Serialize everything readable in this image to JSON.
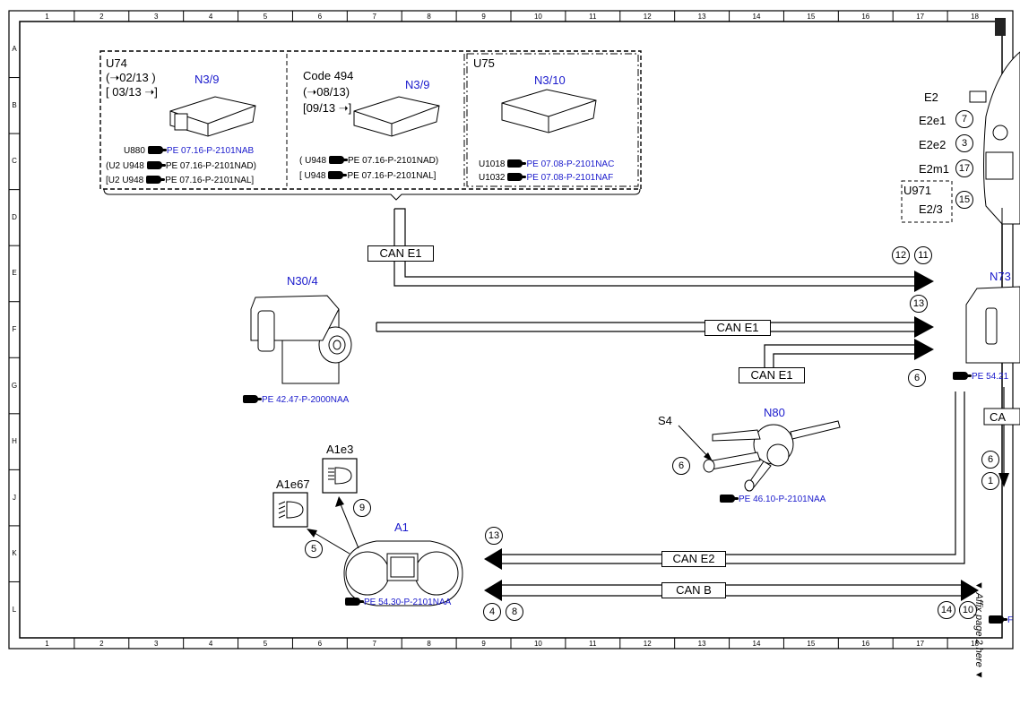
{
  "frame": {
    "columns": [
      "1",
      "2",
      "3",
      "4",
      "5",
      "6",
      "7",
      "8",
      "9",
      "10",
      "11",
      "12",
      "13",
      "14",
      "15",
      "16",
      "17",
      "18"
    ],
    "rows": [
      "A",
      "B",
      "C",
      "D",
      "E",
      "F",
      "G",
      "H",
      "J",
      "K",
      "L"
    ]
  },
  "ecu_box": {
    "u74": {
      "label": "U74",
      "date1": "(➝02/13 )",
      "date2": "[ 03/13 ➝]",
      "component": "N3/9",
      "refs": [
        {
          "prefix": "U880",
          "code": "PE 07.16-P-2101NAB",
          "suffix": ""
        },
        {
          "prefix": "(U2  U948",
          "code": "",
          "suffix": "PE 07.16-P-2101NAD)"
        },
        {
          "prefix": "[U2  U948",
          "code": "",
          "suffix": "PE 07.16-P-2101NAL]"
        }
      ]
    },
    "code494": {
      "label": "Code 494",
      "date1": "(➝08/13)",
      "date2": "[09/13 ➝]",
      "component": "N3/9",
      "refs": [
        {
          "prefix": "( U948",
          "code": "",
          "suffix": "PE 07.16-P-2101NAD)"
        },
        {
          "prefix": "[ U948",
          "code": "",
          "suffix": "PE 07.16-P-2101NAL]"
        }
      ]
    },
    "u75": {
      "label": "U75",
      "component": "N3/10",
      "refs": [
        {
          "prefix": "U1018",
          "code": "PE 07.08-P-2101NAC",
          "suffix": ""
        },
        {
          "prefix": "U1032",
          "code": "PE 07.08-P-2101NAF",
          "suffix": ""
        }
      ]
    }
  },
  "components": {
    "n30_4": {
      "label": "N30/4",
      "ref": "PE 42.47-P-2000NAA"
    },
    "n80": {
      "label": "N80",
      "ref": "PE 46.10-P-2101NAA"
    },
    "s4": {
      "label": "S4"
    },
    "a1": {
      "label": "A1",
      "ref": "PE 54.30-P-2101NAA"
    },
    "a1e3": {
      "label": "A1e3"
    },
    "a1e67": {
      "label": "A1e67"
    },
    "n73": {
      "label": "N73",
      "ref": "PE 54.21"
    },
    "e2": {
      "label": "E2",
      "u971": "U971"
    },
    "e2_items": [
      {
        "label": "E2e1",
        "num": "7"
      },
      {
        "label": "E2e2",
        "num": "3"
      },
      {
        "label": "E2m1",
        "num": "17"
      },
      {
        "label": "E2/3",
        "num": "15"
      }
    ]
  },
  "buses": {
    "can_e1_a": "CAN E1",
    "can_e1_b": "CAN E1",
    "can_e1_c": "CAN E1",
    "can_e2": "CAN E2",
    "can_b": "CAN B",
    "ca_partial": "CA"
  },
  "callouts": {
    "c12": "12",
    "c11": "11",
    "c13a": "13",
    "c6a": "6",
    "c6b": "6",
    "c9": "9",
    "c5": "5",
    "c13b": "13",
    "c4": "4",
    "c8": "8",
    "c14": "14",
    "c10": "10",
    "c6c": "6",
    "c1": "1"
  },
  "side_note": "▼ Affix page 2 here ▼",
  "right_ref": "F"
}
